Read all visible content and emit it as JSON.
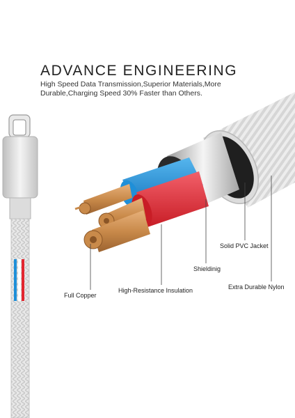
{
  "header": {
    "title": "ADVANCE ENGINEERING",
    "subtitle_line1": "High Speed Data Transmission,Superior Materials,More",
    "subtitle_line2": "Durable,Charging Speed 30% Faster than Others."
  },
  "labels": {
    "full_copper": "Full Copper",
    "insulation": "High-Resistance Insulation",
    "shielding": "Shieldinig",
    "pvc_jacket": "Solid PVC Jacket",
    "nylon": "Extra Durable Nylon"
  },
  "colors": {
    "red_wire": "#e2262f",
    "blue_wire": "#1f8fd8",
    "copper": "#c98a4a",
    "shield": "#1a1a1a",
    "connector": "#d9d9d9"
  }
}
